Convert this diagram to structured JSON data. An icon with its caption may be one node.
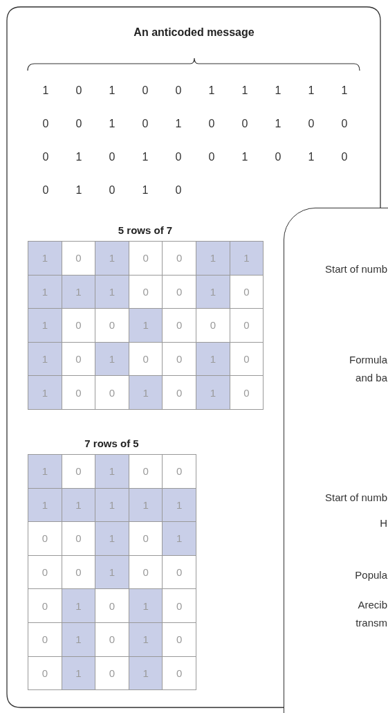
{
  "diagram": {
    "title": "An anticoded message",
    "nodes": [
      {
        "text": [
          "Start of numb",
          "Formula and ba",
          "Start of numb",
          "H",
          "Popula",
          "Arecib transm"
        ]
      }
    ],
    "labels": [
      "1",
      "0",
      "1",
      "0",
      "0",
      "1",
      "1",
      "1",
      "1",
      "1",
      "0",
      "0",
      "1",
      "0",
      "1",
      "0",
      "0",
      "1",
      "0",
      "0",
      "0",
      "1",
      "0",
      "1",
      "0",
      "0",
      "1",
      "0",
      "1",
      "0",
      "0",
      "1",
      "0",
      "1",
      "0",
      "5 rows of 7",
      "1",
      "0",
      "1",
      "0",
      "0",
      "1",
      "1",
      "1",
      "1",
      "1",
      "0",
      "0",
      "1",
      "0",
      "1",
      "0",
      "0",
      "1",
      "0",
      "0",
      "0",
      "1",
      "0",
      "1",
      "0",
      "0",
      "1",
      "0",
      "1",
      "0",
      "0",
      "1",
      "0",
      "1",
      "0",
      "7 rows of 5",
      "1",
      "0",
      "1",
      "0",
      "0",
      "1",
      "1",
      "1",
      "1",
      "1",
      "0",
      "0",
      "1",
      "0",
      "1",
      "0",
      "0",
      "1",
      "0",
      "0",
      "0",
      "1",
      "0",
      "1",
      "0",
      "0",
      "1",
      "0",
      "1",
      "0",
      "0",
      "1",
      "0",
      "1",
      "0"
    ]
  }
}
